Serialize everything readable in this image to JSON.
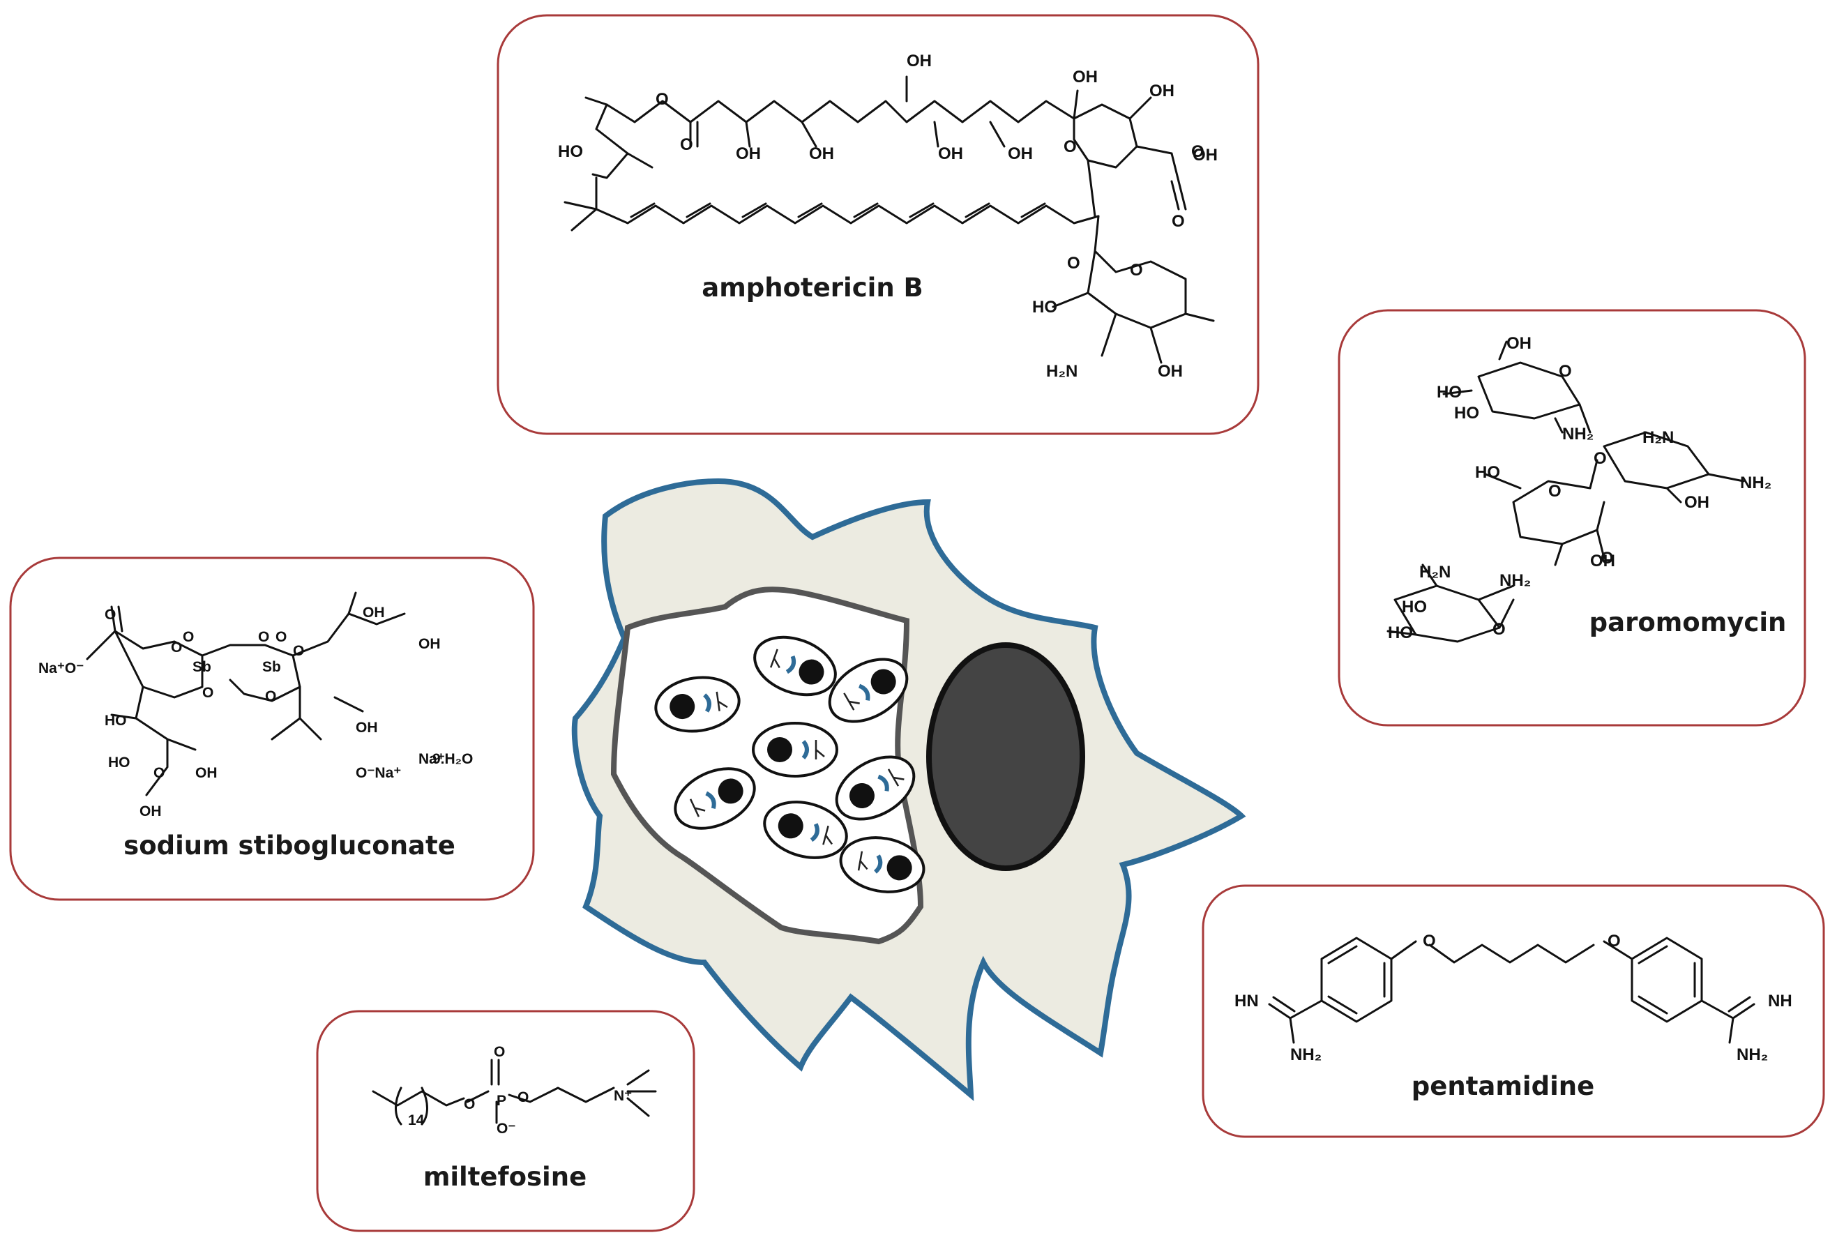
{
  "colors": {
    "box_border": "#a83a3a",
    "cell_fill": "#ecebe1",
    "cell_border": "#2e6b97",
    "vacuole_border": "#555555",
    "nucleus_fill": "#444444",
    "parasite_kinetoplast": "#2e6b97"
  },
  "drugs": {
    "amphotericin": {
      "name": "amphotericin B",
      "labels": [
        "OH",
        "OH",
        "OH",
        "OH",
        "OH",
        "OH",
        "OH",
        "HO",
        "O",
        "O",
        "O",
        "O",
        "OH",
        "O",
        "O",
        "O",
        "HO",
        "H₂N",
        "OH"
      ]
    },
    "paromomycin": {
      "name": "paromomycin",
      "labels": [
        "OH",
        "HO",
        "HO",
        "O",
        "NH₂",
        "O",
        "H₂N",
        "NH₂",
        "OH",
        "HO",
        "O",
        "O",
        "OH",
        "H₂N",
        "NH₂",
        "HO",
        "HO",
        "O"
      ]
    },
    "stibogluconate": {
      "name": "sodium stibogluconate",
      "labels": [
        "O",
        "Na⁺O⁻",
        "O",
        "O",
        "O",
        "O",
        "Sb",
        "Sb",
        "O",
        "O",
        "O",
        "OH",
        "OH",
        "HO",
        "OH",
        "HO",
        "OH",
        "O",
        "O⁻Na⁺",
        "OH",
        "Na⁺",
        "9.H₂O"
      ]
    },
    "miltefosine": {
      "name": "miltefosine",
      "labels": [
        "O",
        "P",
        "O",
        "O⁻",
        "O",
        "14",
        "N⁺"
      ]
    },
    "pentamidine": {
      "name": "pentamidine",
      "labels": [
        "O",
        "O",
        "HN",
        "NH₂",
        "NH",
        "NH₂"
      ]
    }
  }
}
